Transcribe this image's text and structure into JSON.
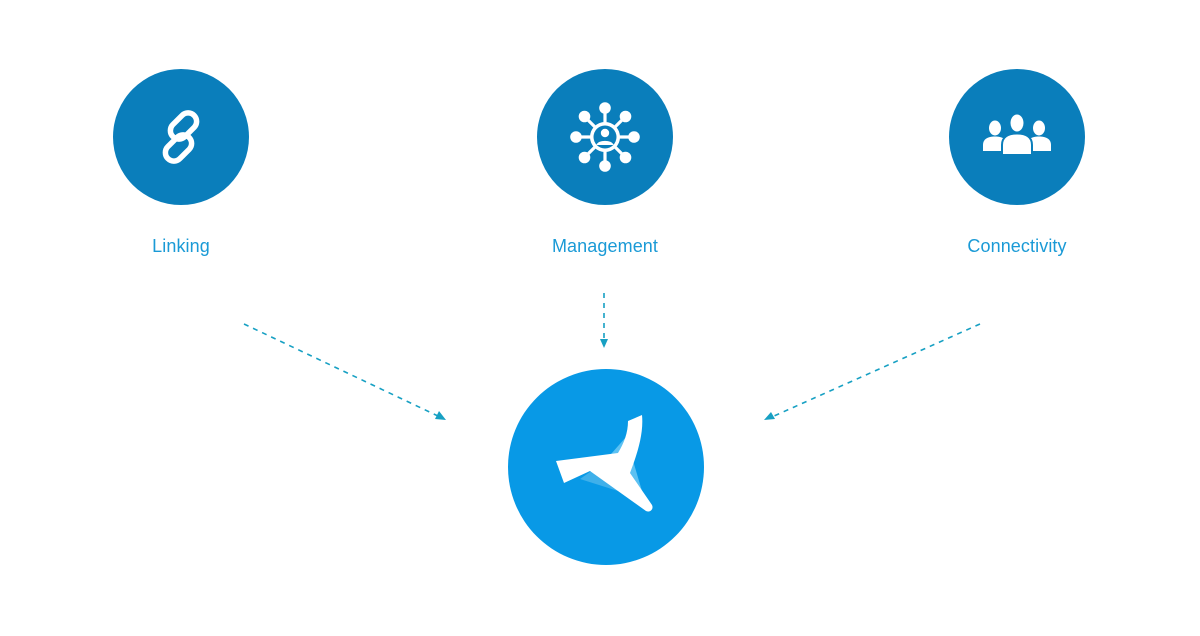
{
  "colors": {
    "node_fill": "#0a7ebb",
    "hub_fill": "#0899e6",
    "label_text": "#1a9ad6",
    "arrow": "#17a0c3",
    "icon": "#ffffff"
  },
  "nodes": [
    {
      "label": "Linking",
      "icon": "chain-link-icon"
    },
    {
      "label": "Management",
      "icon": "network-hub-icon"
    },
    {
      "label": "Connectivity",
      "icon": "people-group-icon"
    }
  ],
  "hub": {
    "icon": "triangle-logo-icon"
  }
}
